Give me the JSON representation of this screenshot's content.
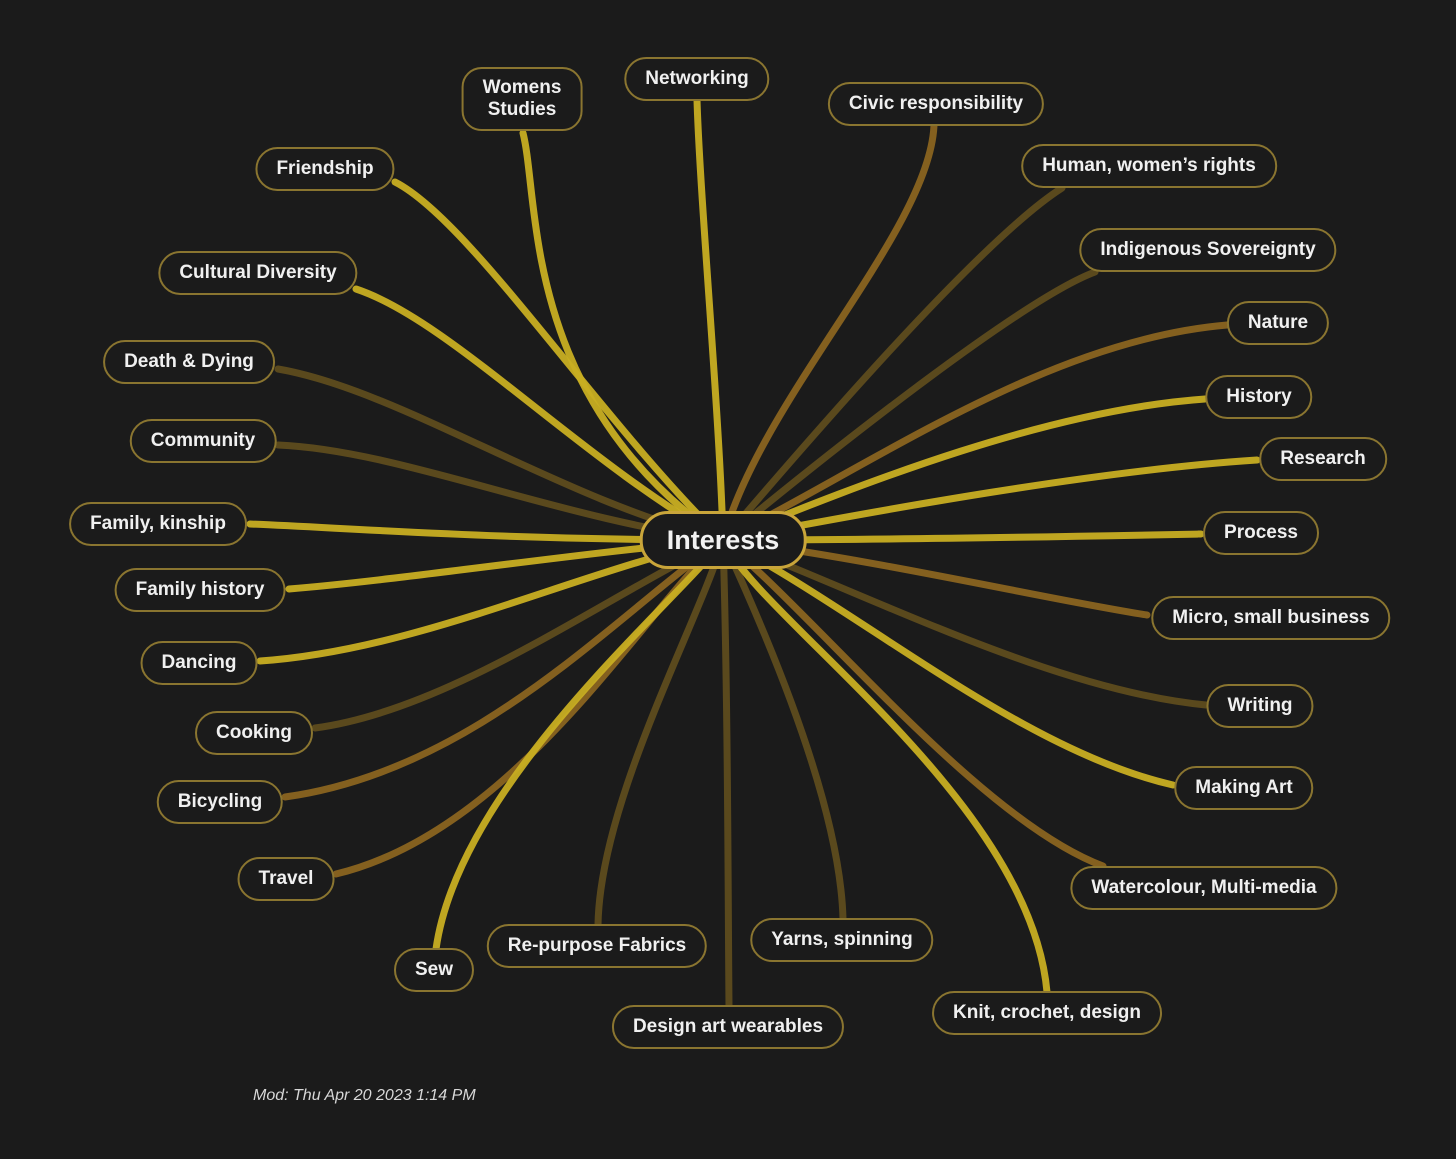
{
  "center": {
    "label": "Interests"
  },
  "colors": {
    "background": "#1b1b1b",
    "gold": "#c8ae22",
    "brown": "#8a6420",
    "dark": "#5e4c1e",
    "border": "#8a7530"
  },
  "nodes": [
    {
      "id": "womens-studies",
      "label": "Womens\nStudies",
      "color": "gold"
    },
    {
      "id": "networking",
      "label": "Networking",
      "color": "gold"
    },
    {
      "id": "civic-responsibility",
      "label": "Civic responsibility",
      "color": "brown"
    },
    {
      "id": "friendship",
      "label": "Friendship",
      "color": "gold"
    },
    {
      "id": "human-womens-rights",
      "label": "Human, women’s rights",
      "color": "dark"
    },
    {
      "id": "indigenous-sovereignty",
      "label": "Indigenous Sovereignty",
      "color": "dark"
    },
    {
      "id": "cultural-diversity",
      "label": "Cultural Diversity",
      "color": "gold"
    },
    {
      "id": "nature",
      "label": "Nature",
      "color": "brown"
    },
    {
      "id": "death-dying",
      "label": "Death & Dying",
      "color": "dark"
    },
    {
      "id": "history",
      "label": "History",
      "color": "gold"
    },
    {
      "id": "community",
      "label": "Community",
      "color": "dark"
    },
    {
      "id": "research",
      "label": "Research",
      "color": "gold"
    },
    {
      "id": "family-kinship",
      "label": "Family, kinship",
      "color": "gold"
    },
    {
      "id": "process",
      "label": "Process",
      "color": "gold"
    },
    {
      "id": "family-history",
      "label": "Family history",
      "color": "gold"
    },
    {
      "id": "micro-small-business",
      "label": "Micro, small business",
      "color": "brown"
    },
    {
      "id": "dancing",
      "label": "Dancing",
      "color": "gold"
    },
    {
      "id": "writing",
      "label": "Writing",
      "color": "dark"
    },
    {
      "id": "cooking",
      "label": "Cooking",
      "color": "dark"
    },
    {
      "id": "making-art",
      "label": "Making Art",
      "color": "gold"
    },
    {
      "id": "bicycling",
      "label": "Bicycling",
      "color": "brown"
    },
    {
      "id": "travel",
      "label": "Travel",
      "color": "brown"
    },
    {
      "id": "watercolour-multimedia",
      "label": "Watercolour, Multi-media",
      "color": "brown"
    },
    {
      "id": "sew",
      "label": "Sew",
      "color": "gold"
    },
    {
      "id": "repurpose-fabrics",
      "label": "Re-purpose Fabrics",
      "color": "dark"
    },
    {
      "id": "yarns-spinning",
      "label": "Yarns, spinning",
      "color": "dark"
    },
    {
      "id": "knit-crochet-design",
      "label": "Knit, crochet, design",
      "color": "gold"
    },
    {
      "id": "design-art-wearables",
      "label": "Design art wearables",
      "color": "dark"
    }
  ],
  "footer": {
    "modified": "Mod: Thu Apr 20 2023 1:14 PM"
  }
}
